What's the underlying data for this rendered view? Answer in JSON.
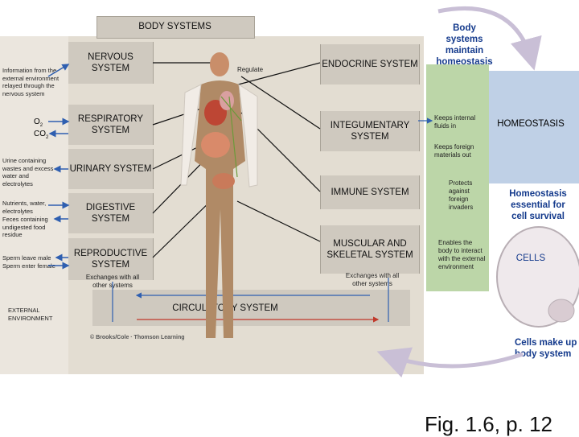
{
  "title": "BODY SYSTEMS",
  "top_note": "Body systems maintain homeostasis",
  "left_notes": {
    "external_info": "Information from the external environment relayed through the nervous system",
    "o2": "O",
    "o2_sub": "2",
    "co2": "CO",
    "co2_sub": "2",
    "urine": "Urine containing wastes and excess water and electrolytes",
    "nutrients": "Nutrients, water, electrolytes",
    "feces": "Feces containing undigested food residue",
    "sperm": "Sperm leave male Sperm enter female",
    "external_env": "EXTERNAL ENVIRONMENT"
  },
  "systems": {
    "nervous": "NERVOUS SYSTEM",
    "respiratory": "RESPIRATORY SYSTEM",
    "urinary": "URINARY SYSTEM",
    "digestive": "DIGESTIVE SYSTEM",
    "reproductive": "REPRODUCTIVE SYSTEM",
    "endocrine": "ENDOCRINE SYSTEM",
    "integumentary": "INTEGUMENTARY SYSTEM",
    "immune": "IMMUNE SYSTEM",
    "musculoskeletal": "MUSCULAR AND SKELETAL SYSTEM",
    "circulatory": "CIRCULATORY SYSTEM"
  },
  "labels": {
    "regulate": "Regulate",
    "exchanges_left": "Exchanges with all other systems",
    "exchanges_right": "Exchanges with all other systems",
    "credit": "© Brooks/Cole · Thomson Learning"
  },
  "right_notes": {
    "keeps_internal": "Keeps internal fluids in",
    "keeps_foreign": "Keeps foreign materials out",
    "protects": "Protects against foreign invaders",
    "enables": "Enables the body to interact with the external environment"
  },
  "homeostasis": {
    "label": "HOMEOSTASIS",
    "essential": "Homeostasis essential for cell survival",
    "cells": "CELLS",
    "cells_make": "Cells make up body system"
  },
  "caption": "Fig. 1.6, p. 12",
  "colors": {
    "panel": "#e3ddd2",
    "system_box": "#cfc9bf",
    "green_bar": "#bcd6a8",
    "blue_box": "#bfd0e6",
    "blue_text": "#143a8c",
    "arrow_blue": "#2f5fb0",
    "arrow_red": "#c0392b",
    "loop_arrow": "#c9bfd6"
  }
}
